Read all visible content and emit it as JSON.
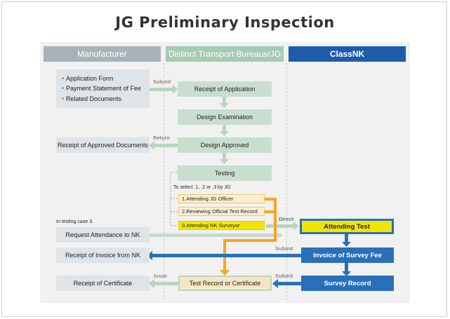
{
  "title": "JG Preliminary Inspection",
  "columns": {
    "manufacturer": "Manufacturer",
    "bureau": "Distinct Transport Bureaus/JG",
    "classnk": "ClassNK"
  },
  "manufacturer_docs": [
    "・Application Form",
    "・Payment Statement of Fee",
    "・Related Documents"
  ],
  "steps": {
    "receipt_application": "Receipt of Application",
    "design_examination": "Design Examination",
    "design_approved": "Design Approved",
    "testing": "Testing",
    "test_record": "Test Record or Certificate"
  },
  "manufacturer_boxes": {
    "approved_docs": "Receipt of Approved Documents",
    "request_attendance": "Request Attendance to NK",
    "invoice_receipt": "Receipt of Invoice from NK",
    "certificate_receipt": "Receipt of Certificate"
  },
  "testing_select_note": "To select .1, .2 or .3 by JG",
  "testing_options": [
    "1.Attending JG Officer",
    "2.Reviewing Official Test Record",
    "3.Attending NK Surveyor"
  ],
  "testing_case_note": "In testing case 3.",
  "classnk_boxes": {
    "attending_test": "Attending Test",
    "invoice": "Invoice of Survey Fee",
    "survey_record": "Survey Record"
  },
  "arrow_labels": {
    "submit1": "Submit",
    "return": "Return",
    "direct": "Direct",
    "submit2": "Submit",
    "issue": "Issue",
    "submit3": "Submit"
  },
  "colors": {
    "header_grey": "#a8b3b9",
    "header_green": "#a5cbb5",
    "header_blue": "#1d5cab",
    "green_box": "#c8dfcf",
    "blue_box": "#2a70b8",
    "orange": "#f5a623",
    "yellow": "#f2e600"
  }
}
